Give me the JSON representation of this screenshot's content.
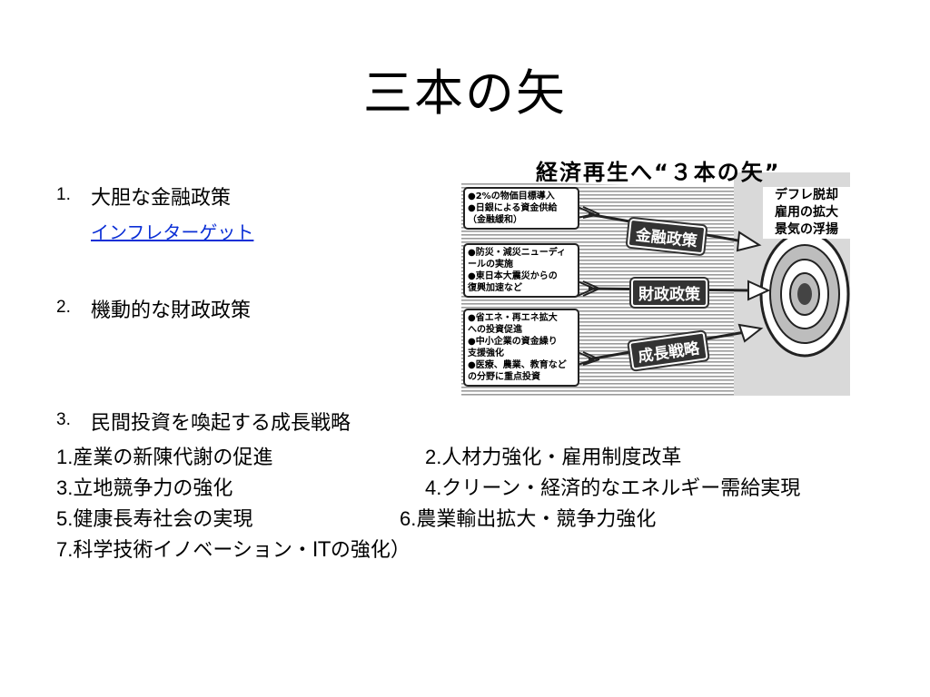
{
  "title": "三本の矢",
  "list": [
    {
      "num": "1.",
      "text": "大胆な金融政策"
    },
    {
      "num": "2.",
      "text": "機動的な財政政策"
    },
    {
      "num": "3.",
      "text": "民間投資を喚起する成長戦略"
    }
  ],
  "link_text": "インフレターゲット",
  "strategies": [
    {
      "num": "1.",
      "text": "産業の新陳代謝の促進"
    },
    {
      "num": "2.",
      "text": "人材力強化・雇用制度改革"
    },
    {
      "num": "3.",
      "text": "立地競争力の強化"
    },
    {
      "num": "4.",
      "text": "クリーン・経済的なエネルギー需給実現"
    },
    {
      "num": "5.",
      "text": "健康長寿社会の実現"
    },
    {
      "num": "6.",
      "text": "農業輸出拡大・競争力強化"
    },
    {
      "num": "7.",
      "text": "科学技術イノベーション・ITの強化）"
    }
  ],
  "infographic": {
    "title": "経済再生へ“３本の矢”",
    "arrows": [
      {
        "label": "金融政策",
        "notes": [
          "●2%の物価目標導入",
          "●日銀による資金供給",
          "（金融緩和）"
        ]
      },
      {
        "label": "財政政策",
        "notes": [
          "●防災・減災ニューディ",
          "ールの実施",
          "●東日本大震災からの",
          "復興加速など"
        ]
      },
      {
        "label": "成長戦略",
        "notes": [
          "●省エネ・再エネ拡大",
          "への投資促進",
          "●中小企業の資金繰り",
          "支援強化",
          "●医療、農業、教育など",
          "の分野に重点投資"
        ]
      }
    ],
    "goal": [
      "デフレ脱却",
      "雇用の拡大",
      "景気の浮揚"
    ]
  }
}
